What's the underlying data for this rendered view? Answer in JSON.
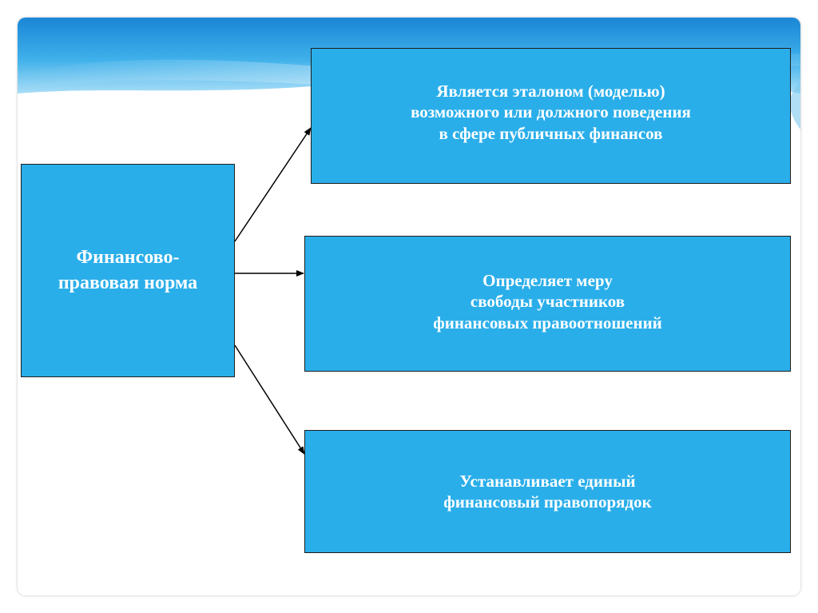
{
  "diagram": {
    "source_node": {
      "label": "Финансово-\nправовая норма"
    },
    "target_nodes": [
      {
        "label": "Является эталоном (моделью)\nвозможного или должного поведения\nв сфере публичных финансов"
      },
      {
        "label": "Определяет меру\nсвободы участников\nфинансовых правоотношений"
      },
      {
        "label": "Устанавливает единый\nфинансовый правопорядок"
      }
    ]
  },
  "colors": {
    "box_fill": "#2aaeea",
    "box_border": "#1d1d1d",
    "box_text": "#ffffff",
    "header_gradient_top": "#1a86d6",
    "header_gradient_bottom": "#8fd3f5",
    "arrow": "#000000"
  }
}
